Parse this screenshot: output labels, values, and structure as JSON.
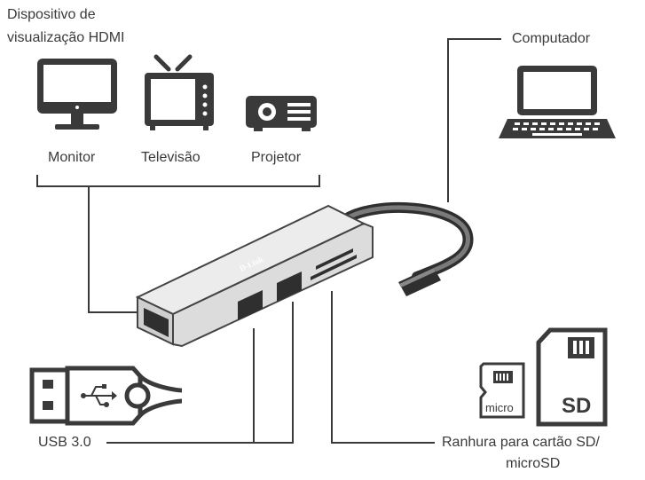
{
  "hdmi_group": {
    "title_line1": "Dispositivo de",
    "title_line2": "visualização HDMI",
    "devices": [
      "Monitor",
      "Televisão",
      "Projetor"
    ]
  },
  "computer": {
    "label": "Computador"
  },
  "hub": {
    "brand": "D-Link"
  },
  "usb": {
    "label": "USB 3.0"
  },
  "card_slot": {
    "label_line1": "Ranhura para cartão SD/",
    "label_line2": "microSD",
    "micro_card_text": "micro",
    "sd_card_text": "SD"
  },
  "colors": {
    "ink": "#3a3a3a",
    "body": "#e6e6e6",
    "port": "#2f2f2f"
  }
}
